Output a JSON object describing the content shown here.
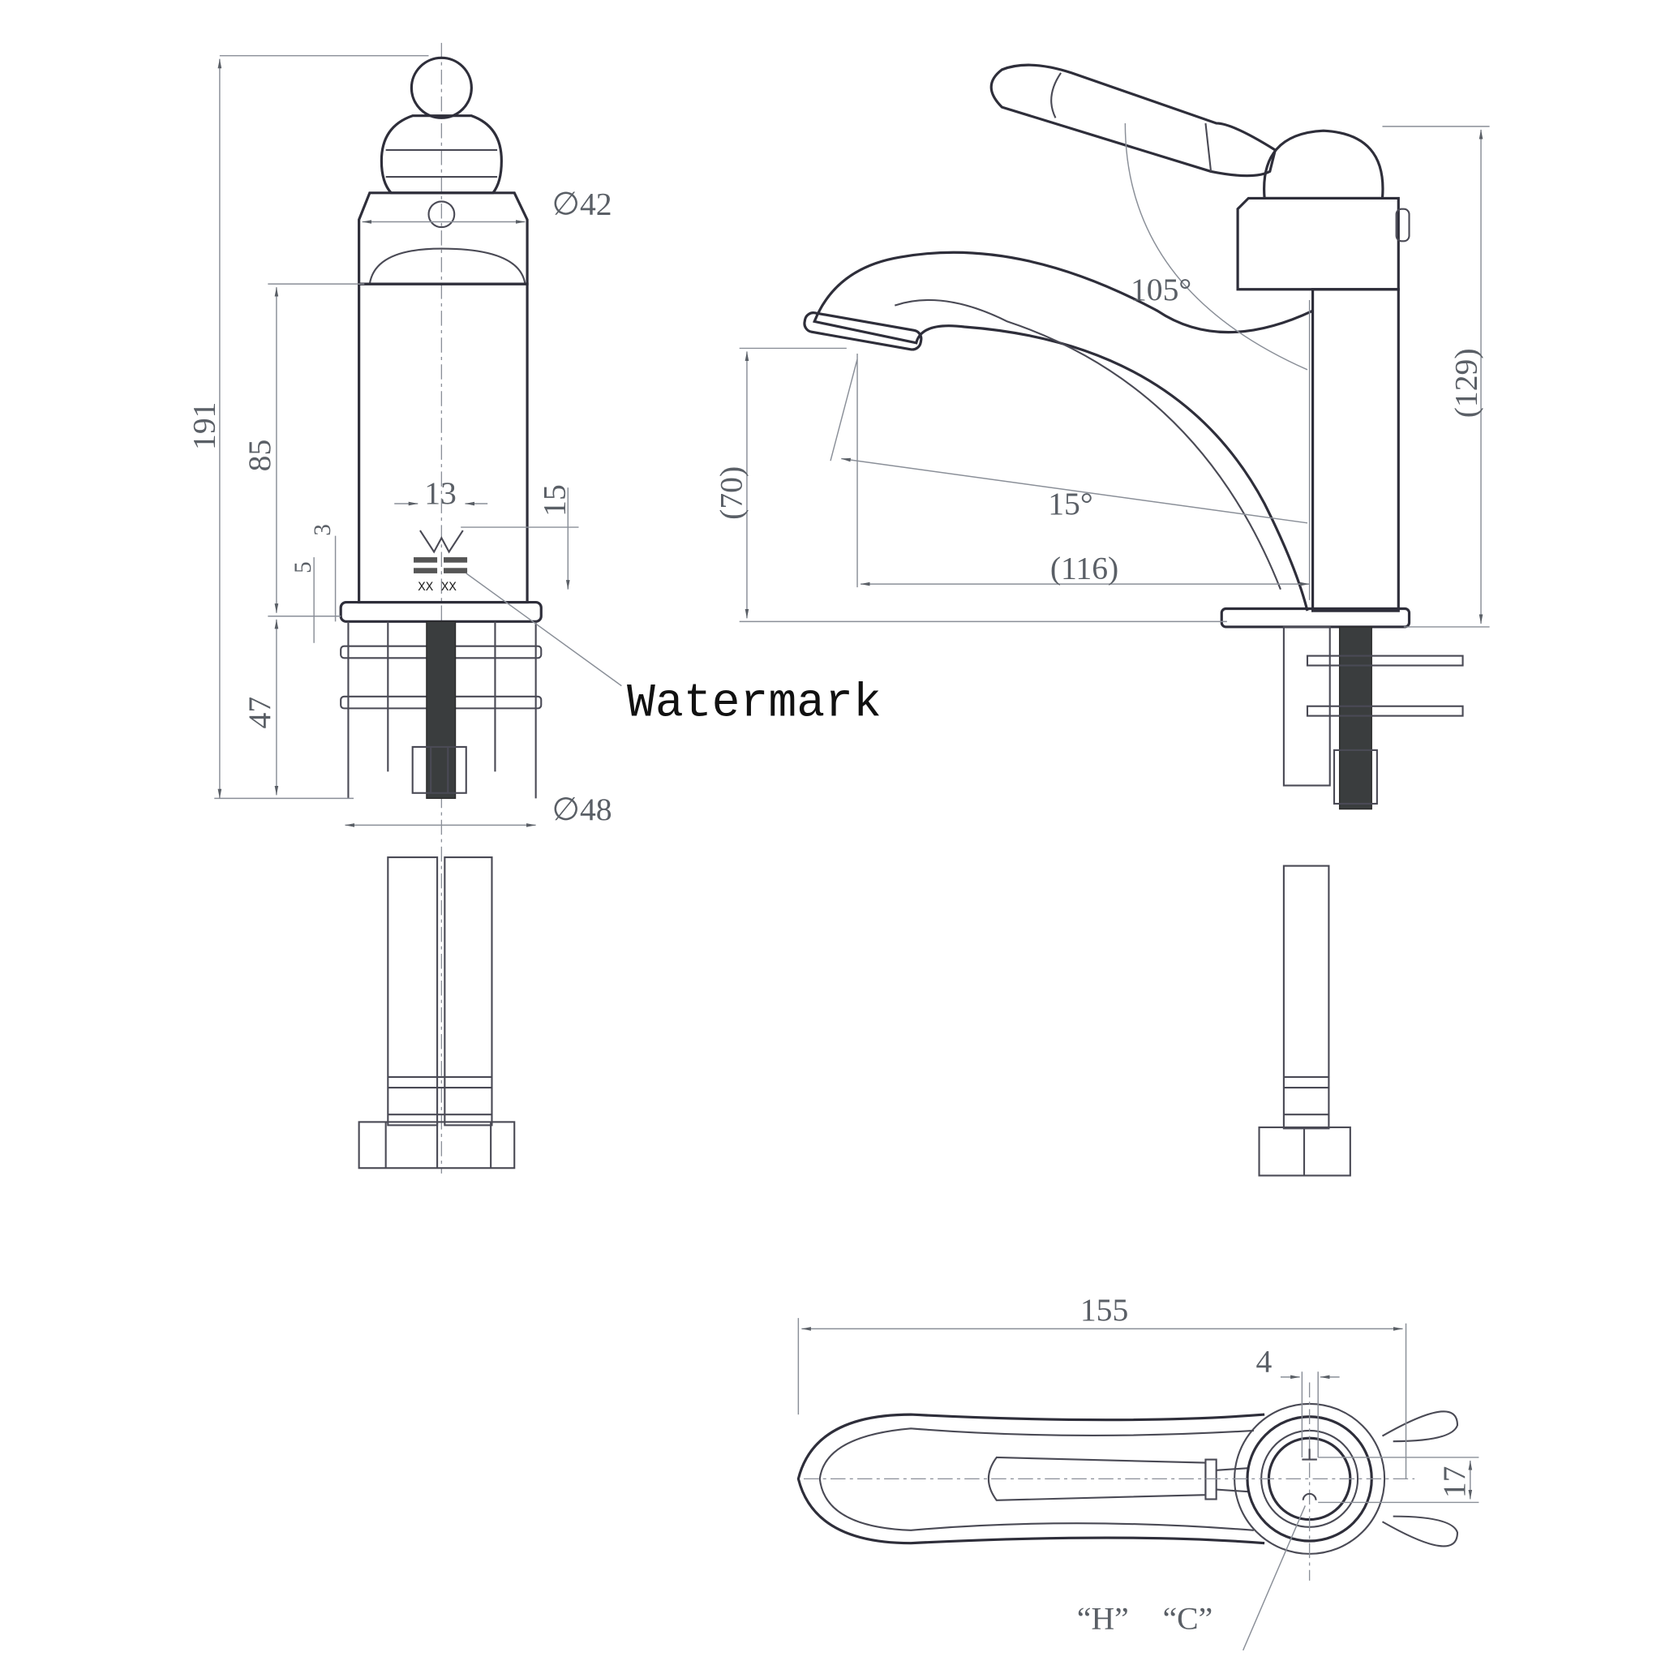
{
  "front_view": {
    "dim_total_height": "191",
    "dim_body_height": "85",
    "dim_lower_height": "47",
    "dim_5": "5",
    "dim_3": "3",
    "dim_13": "13",
    "dim_15": "15",
    "dim_diameter_top": "∅42",
    "dim_diameter_base": "∅48",
    "mark_text": "XX XX",
    "callout_label": "Watermark"
  },
  "side_view": {
    "angle_handle": "105°",
    "angle_spout": "15°",
    "dim_spout_height": "(70)",
    "dim_reach": "(116)",
    "dim_total_height": "(129)"
  },
  "top_view": {
    "dim_length": "155",
    "dim_4": "4",
    "dim_17": "17",
    "label_hot": "“H”",
    "label_cold": "“C”"
  }
}
